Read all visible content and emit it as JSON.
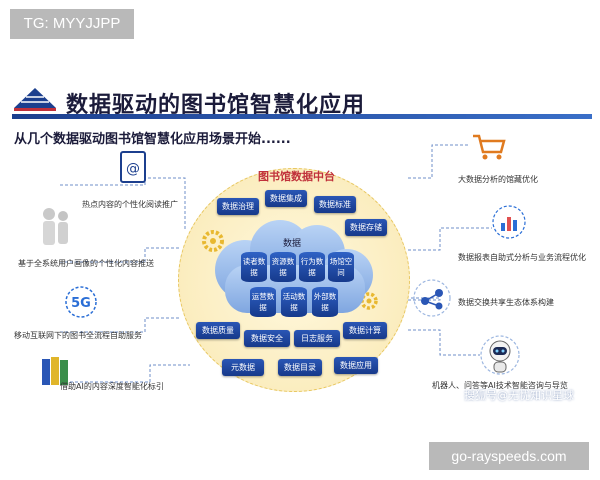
{
  "tag": "TG: MYYJJPP",
  "title": "数据驱动的图书馆智慧化应用",
  "subtitle": "从几个数据驱动图书馆智慧化应用场景开始......",
  "center": {
    "title": "图书馆数据中台",
    "cloud_label": "数据",
    "cylinders": [
      "读者数据",
      "资源数据",
      "行为数据",
      "场馆空间",
      "运营数据",
      "活动数据",
      "外部数据"
    ],
    "boxes": [
      "数据治理",
      "数据集成",
      "数据标准",
      "数据存储",
      "数据质量",
      "数据安全",
      "日志服务",
      "数据计算",
      "元数据",
      "数据目录",
      "数据应用"
    ]
  },
  "left_labels": [
    "热点内容的个性化阅读推广",
    "基于全系统用户画像的个性化内容推送",
    "移动互联网下的图书全流程自助服务",
    "借助AI的内容深度智能化标引"
  ],
  "right_labels": [
    "大数据分析的馆藏优化",
    "数据报表自助式分析与业务流程优化",
    "数据交换共享生态体系构建",
    "机器人、问答等AI技术智能咨询与导览"
  ],
  "watermark": "搜狐号@无忧知识星球",
  "corner_url": "go-rayspeeds.com",
  "colors": {
    "accent": "#1c3f8e",
    "box": "#2a56b5",
    "ring": "#f2d98a"
  }
}
